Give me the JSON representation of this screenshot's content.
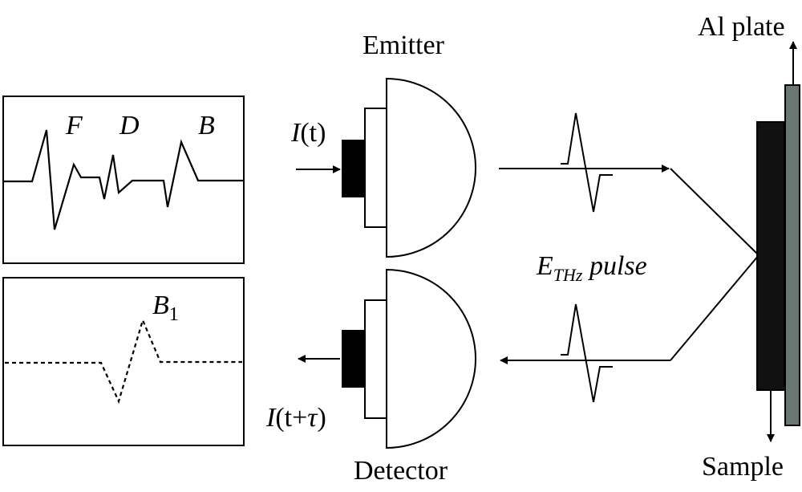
{
  "labels": {
    "emitter": "Emitter",
    "detector": "Detector",
    "al_plate": "Al plate",
    "sample": "Sample",
    "input_current": "I(t)",
    "output_current": "I(t+τ)",
    "pulse_main": "E",
    "pulse_sub": "THz",
    "pulse_word": " pulse"
  },
  "waveform_top": {
    "peaks": [
      "F",
      "D",
      "B"
    ]
  },
  "waveform_bottom": {
    "peak_main": "B",
    "peak_sub": "1"
  },
  "colors": {
    "line": "#000000",
    "sample": "#111111",
    "al_plate": "#6b7775"
  }
}
